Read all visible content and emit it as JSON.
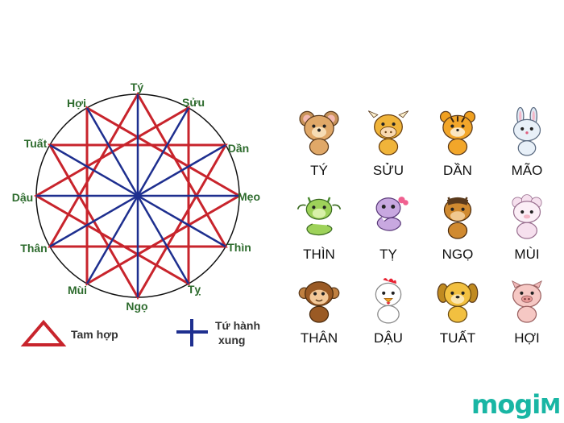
{
  "wheel": {
    "labels": {
      "ty": "Tý",
      "suu": "Sửu",
      "dan": "Dần",
      "meo": "Mẹo",
      "thin": "Thìn",
      "ty2": "Tỵ",
      "ngo": "Ngọ",
      "mui": "Mùi",
      "than": "Thân",
      "dau": "Dậu",
      "tuat": "Tuất",
      "hoi": "Hợi"
    },
    "colors": {
      "tam_hop": "#c8242c",
      "tu_hanh_xung": "#1e2f8f",
      "label": "#2d6b2d",
      "circle": "#111111"
    }
  },
  "legend": {
    "tam_hop": "Tam hợp",
    "tu_hanh_xung_line1": "Tứ hành",
    "tu_hanh_xung_line2": "xung"
  },
  "animals": [
    {
      "name": "TÝ",
      "icon": "rat-icon"
    },
    {
      "name": "SỬU",
      "icon": "ox-icon"
    },
    {
      "name": "DẦN",
      "icon": "tiger-icon"
    },
    {
      "name": "MÃO",
      "icon": "rabbit-icon"
    },
    {
      "name": "THÌN",
      "icon": "dragon-icon"
    },
    {
      "name": "TỴ",
      "icon": "snake-icon"
    },
    {
      "name": "NGỌ",
      "icon": "horse-icon"
    },
    {
      "name": "MÙI",
      "icon": "goat-icon"
    },
    {
      "name": "THÂN",
      "icon": "monkey-icon"
    },
    {
      "name": "DẬU",
      "icon": "rooster-icon"
    },
    {
      "name": "TUẤT",
      "icon": "dog-icon"
    },
    {
      "name": "HỢI",
      "icon": "pig-icon"
    }
  ],
  "brand": {
    "text1": "mogi",
    "text2": "M",
    "color": "#19b6a4"
  }
}
